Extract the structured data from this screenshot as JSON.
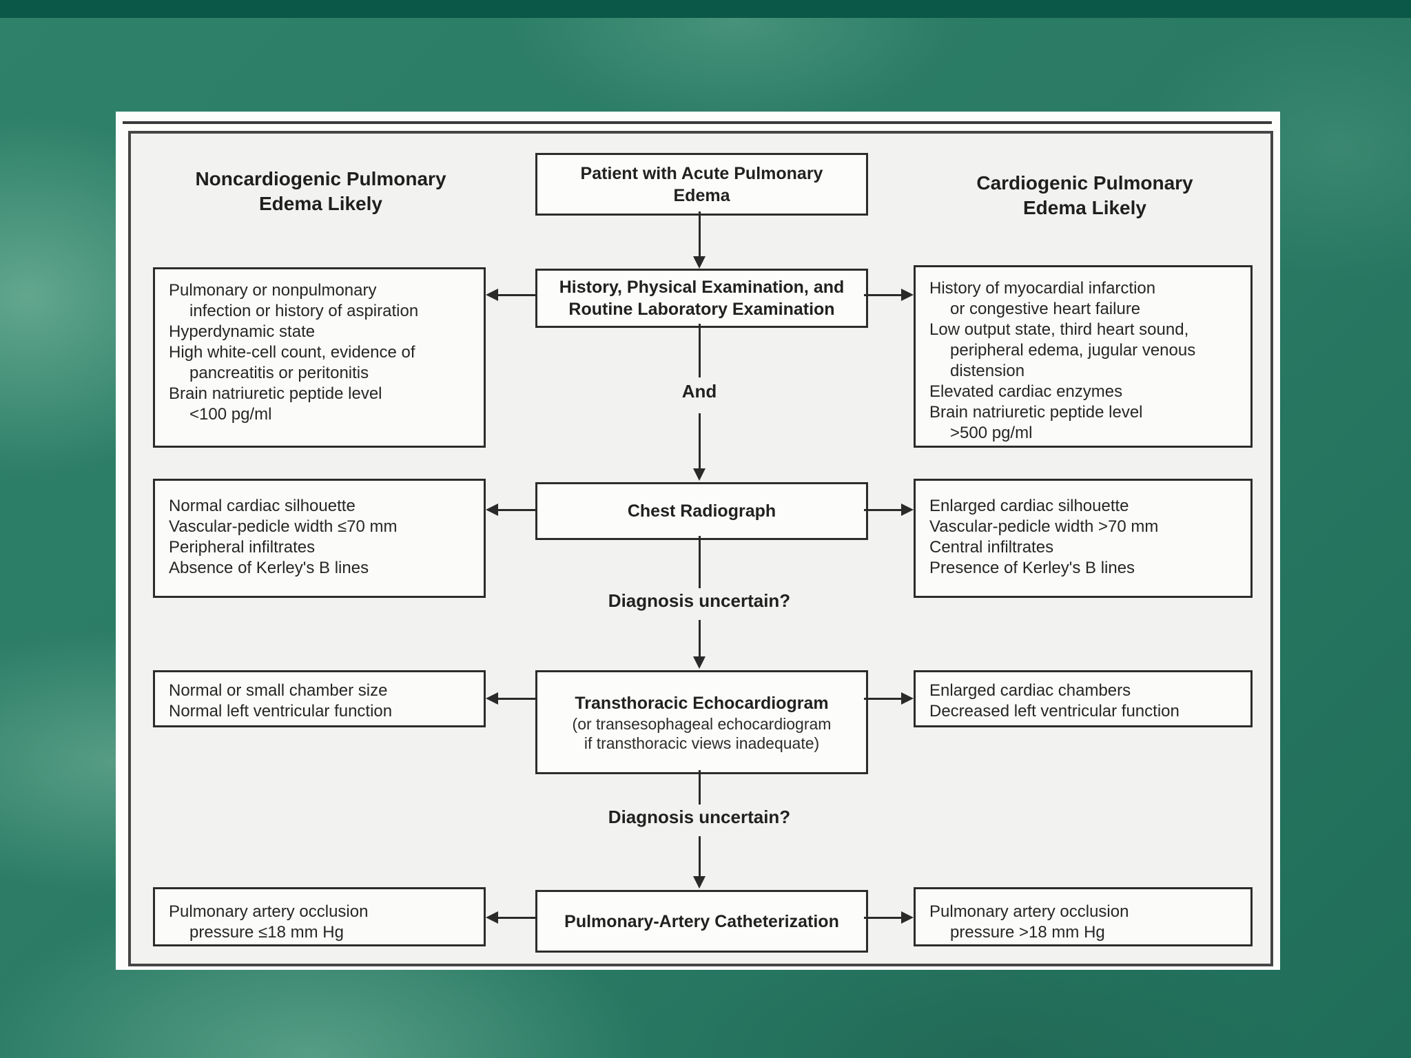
{
  "colors": {
    "background_green": "#2b7c66",
    "top_strip_green": "#0c5848",
    "panel_white": "#fdfdfc",
    "inner_panel_gray": "#f2f2f0",
    "box_background": "#fbfbf9",
    "line_and_border": "#2c2c2c",
    "text": "#212121"
  },
  "flowchart": {
    "center": {
      "patient": {
        "lines": [
          "Patient with Acute Pulmonary",
          "Edema"
        ]
      },
      "history": {
        "lines": [
          "History, Physical Examination, and",
          "Routine Laboratory Examination"
        ]
      },
      "and_label": "And",
      "radiograph": {
        "lines": [
          "Chest Radiograph"
        ]
      },
      "diagnosis_uncertain_1": "Diagnosis uncertain?",
      "echo": {
        "title": "Transthoracic Echocardiogram",
        "sub": [
          "(or transesophageal echocardiogram",
          "if transthoracic views inadequate)"
        ]
      },
      "diagnosis_uncertain_2": "Diagnosis uncertain?",
      "catheterization": {
        "lines": [
          "Pulmonary-Artery Catheterization"
        ]
      }
    },
    "left": {
      "header": [
        "Noncardiogenic Pulmonary",
        "Edema Likely"
      ],
      "boxes": [
        {
          "lines": [
            "Pulmonary or nonpulmonary",
            "infection or history of aspiration",
            "Hyperdynamic state",
            "High white-cell count, evidence of",
            "pancreatitis or peritonitis",
            "Brain natriuretic peptide level",
            "<100 pg/ml"
          ]
        },
        {
          "lines": [
            "Normal cardiac silhouette",
            "Vascular-pedicle width ≤70 mm",
            "Peripheral infiltrates",
            "Absence of Kerley's B lines"
          ]
        },
        {
          "lines": [
            "Normal or small chamber size",
            "Normal left ventricular function"
          ]
        },
        {
          "lines": [
            "Pulmonary artery occlusion",
            "pressure ≤18 mm Hg"
          ]
        }
      ]
    },
    "right": {
      "header": [
        "Cardiogenic Pulmonary",
        "Edema Likely"
      ],
      "boxes": [
        {
          "lines": [
            "History of myocardial infarction",
            "or congestive heart failure",
            "Low output state, third heart sound,",
            "peripheral edema, jugular venous",
            "distension",
            "Elevated cardiac enzymes",
            "Brain natriuretic peptide level",
            ">500 pg/ml"
          ]
        },
        {
          "lines": [
            "Enlarged cardiac silhouette",
            "Vascular-pedicle width >70 mm",
            "Central infiltrates",
            "Presence of Kerley's B lines"
          ]
        },
        {
          "lines": [
            "Enlarged cardiac chambers",
            "Decreased left ventricular function"
          ]
        },
        {
          "lines": [
            "Pulmonary artery occlusion",
            "pressure >18 mm Hg"
          ]
        }
      ]
    }
  }
}
